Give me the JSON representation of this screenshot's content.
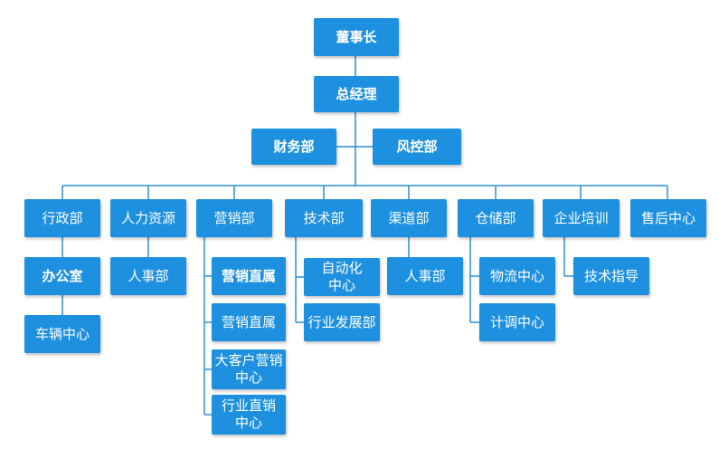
{
  "org_chart": {
    "chairman": "董事长",
    "general_manager": "总经理",
    "finance": "财务部",
    "risk_control": "风控部",
    "departments": {
      "admin": "行政部",
      "hr": "人力资源",
      "sales": "营销部",
      "tech": "技术部",
      "channel": "渠道部",
      "warehouse": "仓储部",
      "training": "企业培训",
      "after_sales": "售后中心"
    },
    "sub_units": {
      "office": "办公室",
      "vehicle_center": "车辆中心",
      "hr_affairs": "人事部",
      "sales_direct_1": "营销直属",
      "sales_direct_2": "营销直属",
      "key_account": "大客户营销\n中心",
      "industry_direct": "行业直销\n中心",
      "automation": "自动化\n中心",
      "industry_dev": "行业发展部",
      "channel_hr": "人事部",
      "logistics": "物流中心",
      "planning": "计调中心",
      "tech_guidance": "技术指导"
    }
  },
  "colors": {
    "box": "#1e90e0",
    "text": "#ffffff",
    "line": "#2b8fd8"
  }
}
